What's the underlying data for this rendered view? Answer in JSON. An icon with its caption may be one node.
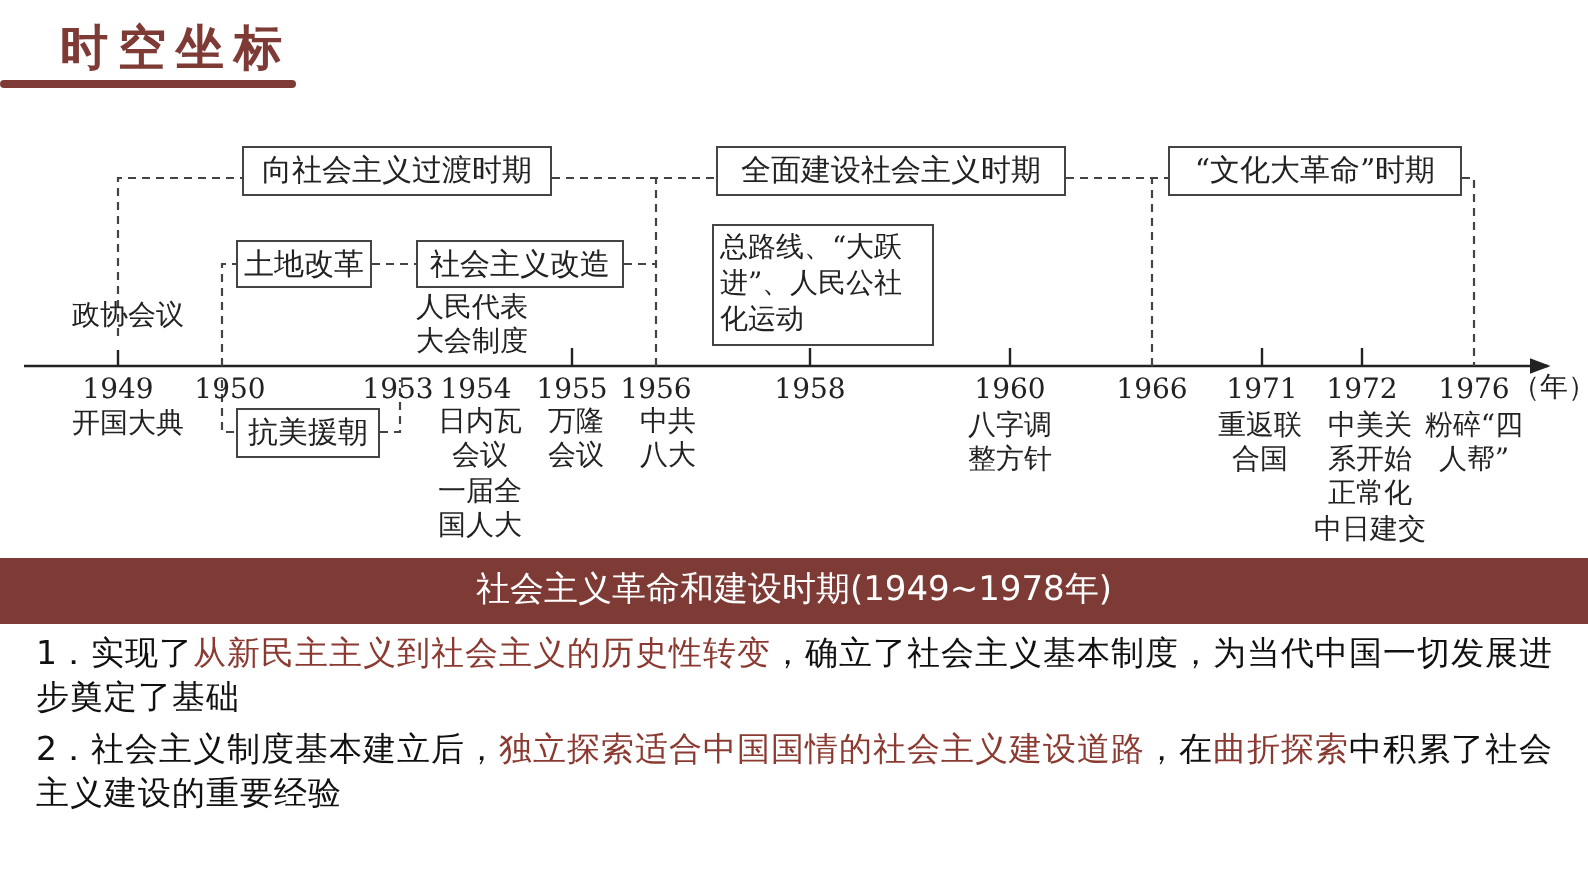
{
  "diagram": {
    "title": "时空坐标",
    "nodes": [
      {
        "text": [
          "向社会主义过渡时期"
        ]
      },
      {
        "text": [
          "全面建设社会主义时期"
        ]
      },
      {
        "text": [
          "“文化大革命”时期"
        ]
      },
      {
        "text": [
          "土地改革"
        ]
      },
      {
        "text": [
          "社会主义改造"
        ]
      },
      {
        "text": [
          "总路线、“大跃进”、人民公社化运动"
        ]
      },
      {
        "text": [
          "抗美援朝"
        ]
      },
      {
        "text": [
          "社会主义革命和建设时期(1949~1978年)"
        ]
      }
    ],
    "edges": [],
    "labels": [
      "政协会议",
      "人民代表大会制度",
      "1949",
      "1950",
      "1953",
      "1954",
      "1955",
      "1956",
      "1958",
      "1960",
      "1966",
      "1971",
      "1972",
      "1976",
      "（年）",
      "开国大典",
      "日内瓦会议",
      "一届全国人大",
      "万隆会议",
      "中共八大",
      "八字调整方针",
      "重返联合国",
      "中美关系开始正常化",
      "中日建交",
      "粉碎“四人帮”",
      "1．实现了**从新民主主义到社会主义的历史性转变**，确立了社会主义基本制度，为当代中国一切发展进步奠定了基础",
      "2．社会主义制度基本建立后，**独立探索适合中国国情的社会主义建设道路**，在**曲折探索**中积累了社会主义建设的重要经验"
    ]
  }
}
